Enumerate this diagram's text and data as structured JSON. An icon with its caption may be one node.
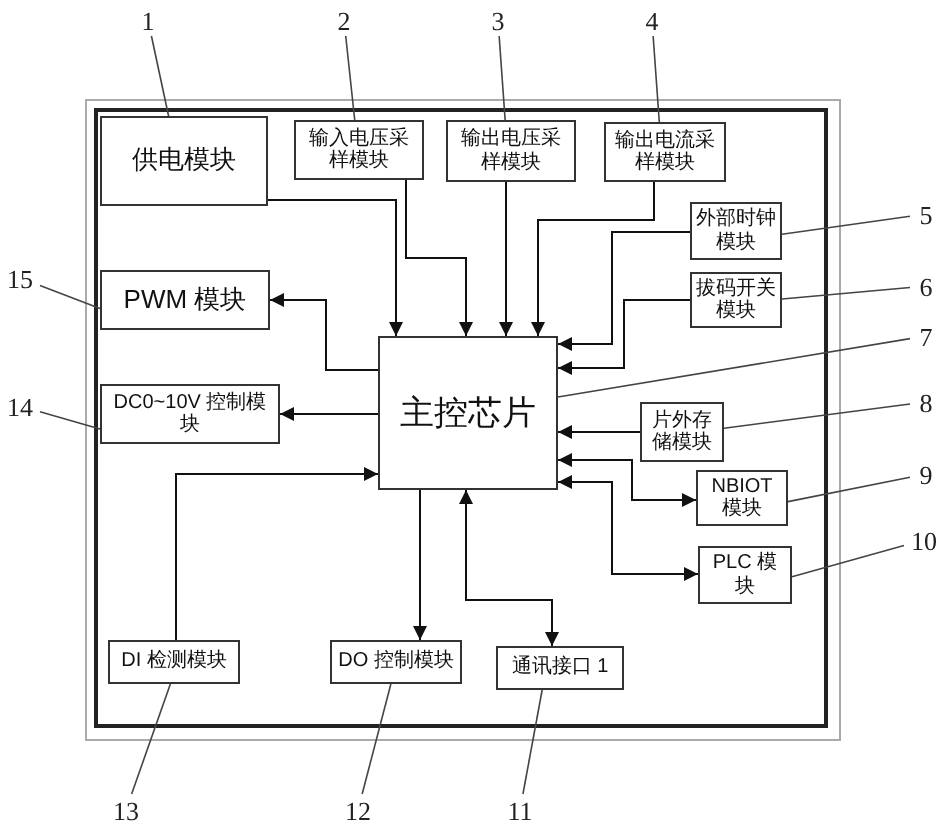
{
  "diagram": {
    "nodes": [
      {
        "text": [
          "供电模块"
        ]
      },
      {
        "text": [
          "输入电压采样模块"
        ]
      },
      {
        "text": [
          "输出电压采样模块"
        ]
      },
      {
        "text": [
          "输出电流采样模块"
        ]
      },
      {
        "text": [
          "外部时钟模块"
        ]
      },
      {
        "text": [
          "拔码开关模块"
        ]
      },
      {
        "text": [
          "主控芯片"
        ]
      },
      {
        "text": [
          "片外存储模块"
        ]
      },
      {
        "text": [
          "NBIOT 模块"
        ]
      },
      {
        "text": [
          "PLC 模块"
        ]
      },
      {
        "text": [
          "PWM 模块"
        ]
      },
      {
        "text": [
          "DC0~10V 控制模块"
        ]
      },
      {
        "text": [
          "DI 检测模块"
        ]
      },
      {
        "text": [
          "DO 控制模块"
        ]
      },
      {
        "text": [
          "通讯接口 1"
        ]
      },
      {
        "text": [
          "1"
        ]
      },
      {
        "text": [
          "2"
        ]
      },
      {
        "text": [
          "3"
        ]
      },
      {
        "text": [
          "4"
        ]
      },
      {
        "text": [
          "5"
        ]
      },
      {
        "text": [
          "6"
        ]
      },
      {
        "text": [
          "7"
        ]
      },
      {
        "text": [
          "8"
        ]
      },
      {
        "text": [
          "9"
        ]
      },
      {
        "text": [
          "10"
        ]
      },
      {
        "text": [
          "11"
        ]
      },
      {
        "text": [
          "12"
        ]
      },
      {
        "text": [
          "13"
        ]
      },
      {
        "text": [
          "14"
        ]
      },
      {
        "text": [
          "15"
        ]
      }
    ],
    "edges": [
      {
        "from": 0,
        "to": 6,
        "arrow": "to"
      },
      {
        "from": 1,
        "to": 6,
        "arrow": "to"
      },
      {
        "from": 2,
        "to": 6,
        "arrow": "to"
      },
      {
        "from": 3,
        "to": 6,
        "arrow": "to"
      },
      {
        "from": 4,
        "to": 6,
        "arrow": "to"
      },
      {
        "from": 5,
        "to": 6,
        "arrow": "to"
      },
      {
        "from": 6,
        "to": 10,
        "arrow": "to"
      },
      {
        "from": 6,
        "to": 11,
        "arrow": "to"
      },
      {
        "from": 7,
        "to": 6,
        "arrow": "to"
      },
      {
        "from": 6,
        "to": 8,
        "arrow": "both"
      },
      {
        "from": 6,
        "to": 9,
        "arrow": "both"
      },
      {
        "from": 12,
        "to": 6,
        "arrow": "to"
      },
      {
        "from": 6,
        "to": 13,
        "arrow": "to"
      },
      {
        "from": 6,
        "to": 14,
        "arrow": "both"
      },
      {
        "from": 15,
        "to": 0,
        "arrow": "none"
      },
      {
        "from": 16,
        "to": 1,
        "arrow": "none"
      },
      {
        "from": 17,
        "to": 2,
        "arrow": "none"
      },
      {
        "from": 18,
        "to": 3,
        "arrow": "none"
      },
      {
        "from": 19,
        "to": 4,
        "arrow": "none"
      },
      {
        "from": 20,
        "to": 5,
        "arrow": "none"
      },
      {
        "from": 21,
        "to": 6,
        "arrow": "none"
      },
      {
        "from": 22,
        "to": 7,
        "arrow": "none"
      },
      {
        "from": 23,
        "to": 8,
        "arrow": "none"
      },
      {
        "from": 24,
        "to": 9,
        "arrow": "none"
      },
      {
        "from": 25,
        "to": 14,
        "arrow": "none"
      },
      {
        "from": 26,
        "to": 13,
        "arrow": "none"
      },
      {
        "from": 27,
        "to": 12,
        "arrow": "none"
      },
      {
        "from": 28,
        "to": 11,
        "arrow": "none"
      },
      {
        "from": 29,
        "to": 10,
        "arrow": "none"
      }
    ]
  }
}
